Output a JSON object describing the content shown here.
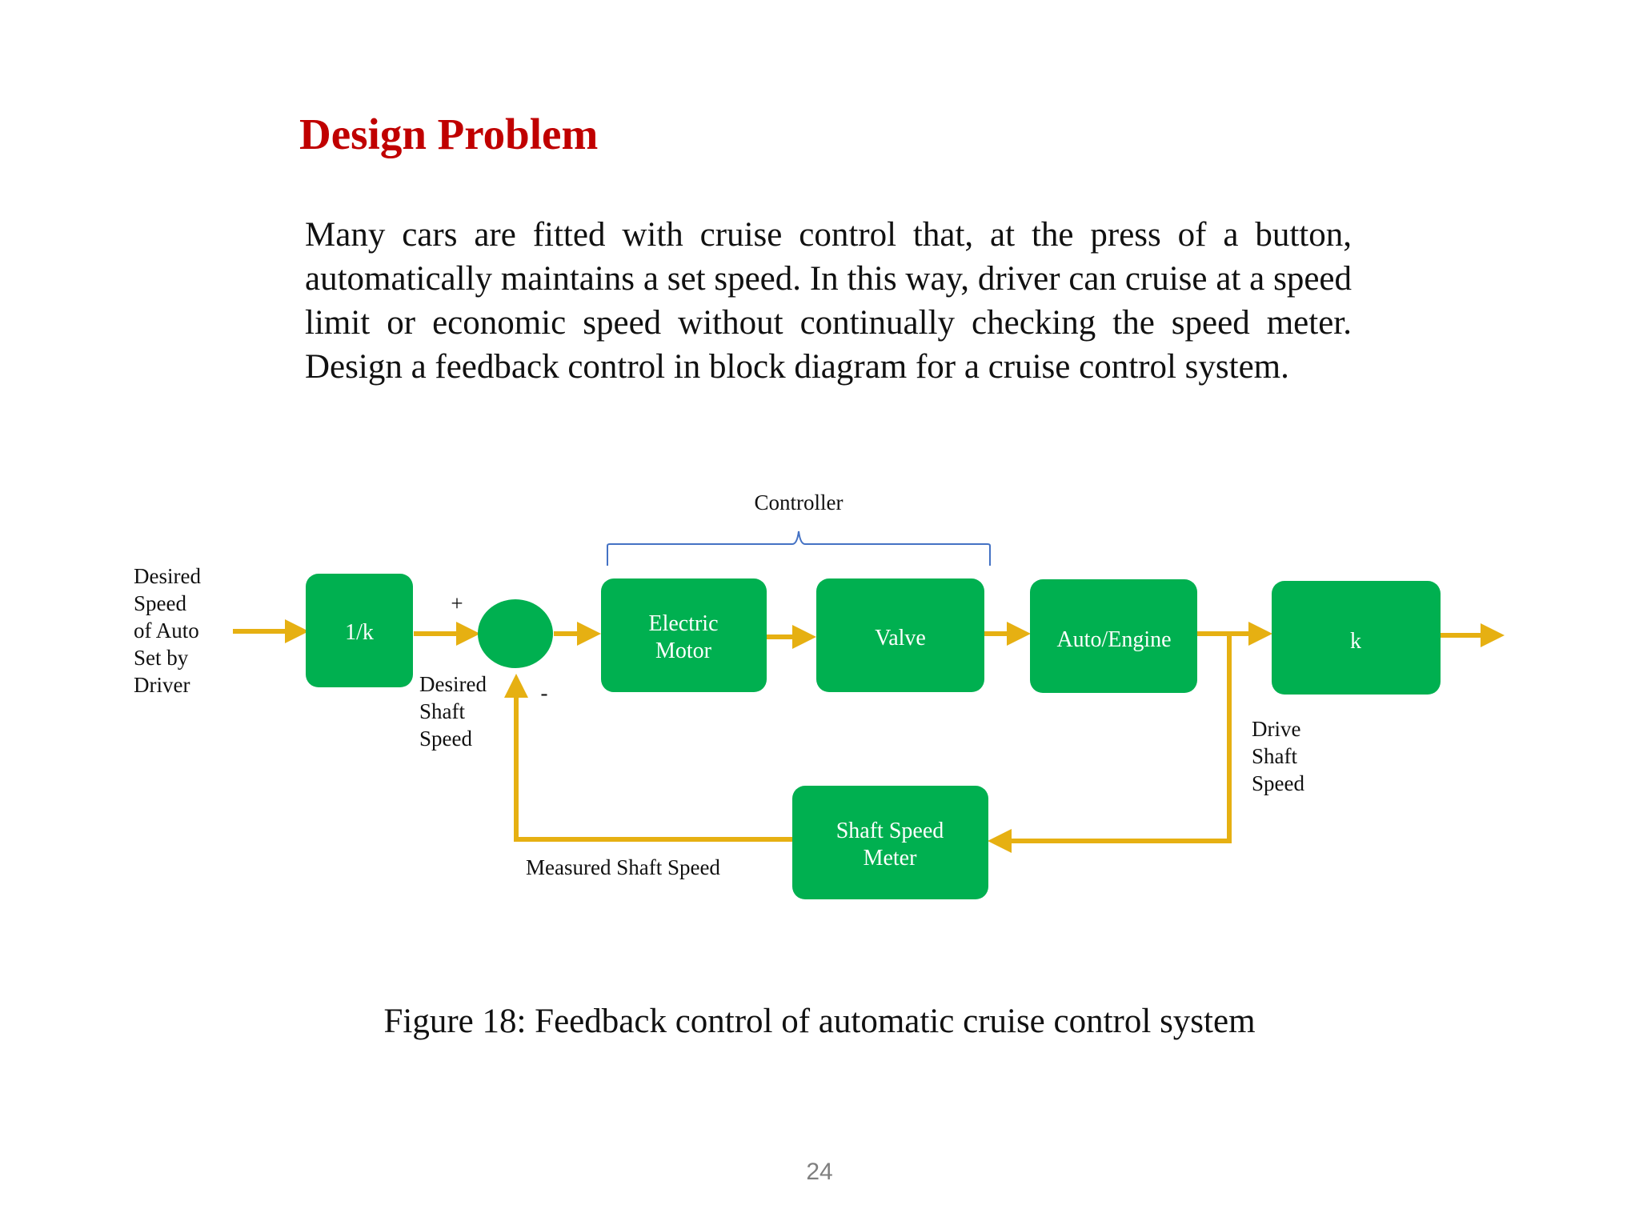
{
  "title": "Design Problem",
  "paragraph": "Many cars are fitted with cruise control that, at the press of a button, automatically maintains a set speed.  In this way, driver can cruise at a speed limit or economic speed without continually checking the speed meter.  Design a feedback control in block diagram for a cruise control system.",
  "diagram": {
    "input_label": [
      "Desired",
      "Speed",
      "of Auto",
      "Set by",
      "Driver"
    ],
    "blocks": {
      "scale": "1/k",
      "motor": [
        "Electric",
        "Motor"
      ],
      "valve": "Valve",
      "engine": "Auto/Engine",
      "gain": "k",
      "meter": [
        "Shaft Speed",
        "Meter"
      ]
    },
    "controller_label": "Controller",
    "plus_sign": "+",
    "minus_sign": "-",
    "desired_shaft_speed": [
      "Desired",
      "Shaft",
      "Speed"
    ],
    "drive_shaft_speed": [
      "Drive",
      "Shaft",
      "Speed"
    ],
    "measured_shaft_speed": "Measured Shaft Speed",
    "colors": {
      "block": "#00b050",
      "signal": "#e6b012",
      "brace": "#4472c4",
      "title": "#c00000"
    }
  },
  "caption": "Figure 18:  Feedback control of automatic cruise control system",
  "page_number": "24"
}
